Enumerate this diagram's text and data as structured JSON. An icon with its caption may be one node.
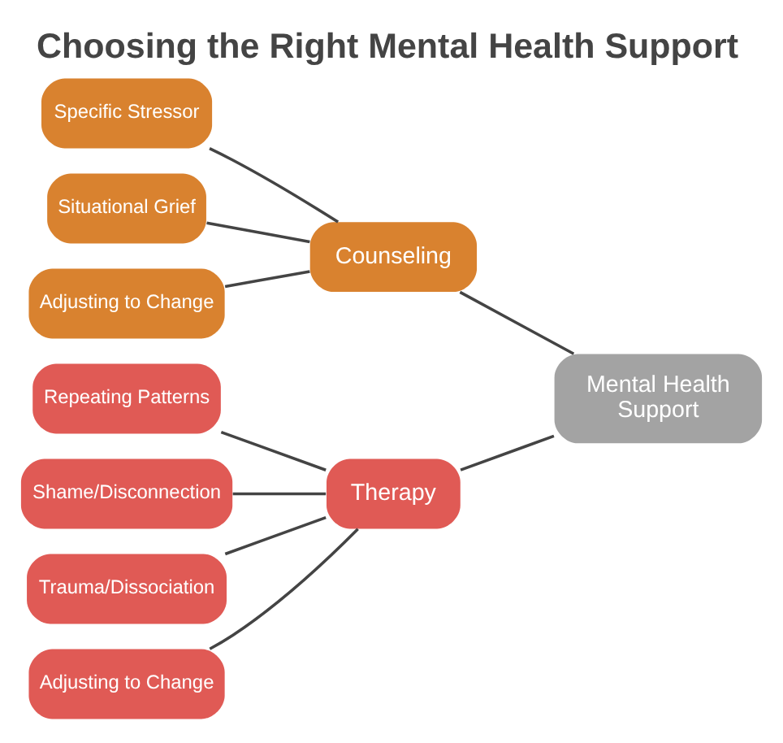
{
  "diagram": {
    "title": "Choosing the Right Mental Health Support",
    "nodes": [
      {
        "text": [
          "Mental Health Support"
        ]
      },
      {
        "text": [
          "Counseling"
        ]
      },
      {
        "text": [
          "Specific Stressor"
        ]
      },
      {
        "text": [
          "Situational Grief"
        ]
      },
      {
        "text": [
          "Adjusting to Change"
        ]
      },
      {
        "text": [
          "Therapy"
        ]
      },
      {
        "text": [
          "Repeating Patterns"
        ]
      },
      {
        "text": [
          "Shame/Disconnection"
        ]
      },
      {
        "text": [
          "Trauma/Dissociation"
        ]
      },
      {
        "text": [
          "Adjusting to Change"
        ]
      }
    ],
    "edges": [
      {
        "from": 0,
        "to": 1,
        "arrow": "none"
      },
      {
        "from": 1,
        "to": 2,
        "arrow": "none"
      },
      {
        "from": 1,
        "to": 3,
        "arrow": "none"
      },
      {
        "from": 1,
        "to": 4,
        "arrow": "none"
      },
      {
        "from": 0,
        "to": 5,
        "arrow": "none"
      },
      {
        "from": 5,
        "to": 6,
        "arrow": "none"
      },
      {
        "from": 5,
        "to": 7,
        "arrow": "none"
      },
      {
        "from": 5,
        "to": 8,
        "arrow": "none"
      },
      {
        "from": 5,
        "to": 9,
        "arrow": "none"
      }
    ]
  }
}
